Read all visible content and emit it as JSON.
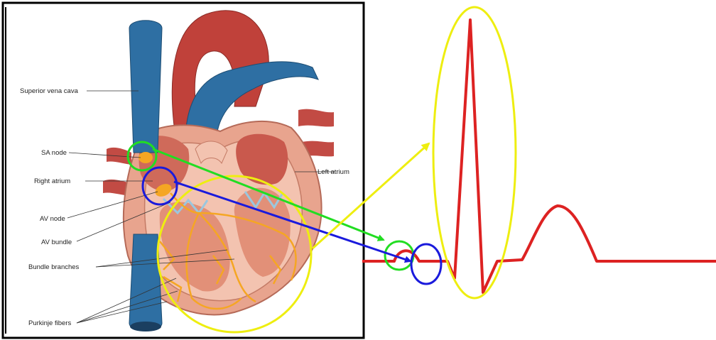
{
  "heart": {
    "labels": {
      "superior_vena_cava": "Superior vena cava",
      "sa_node": "SA node",
      "right_atrium": "Right atrium",
      "av_node": "AV node",
      "av_bundle": "AV bundle",
      "bundle_branches": "Bundle branches",
      "purkinje_fibers": "Purkinje fibers",
      "left_atrium": "Left atrium"
    }
  },
  "highlights": {
    "sa_node_circle": "#22dd22",
    "av_node_circle": "#1a1adc",
    "ventricle_ellipse": "#eeee10"
  },
  "ecg": {
    "line_color": "#dd2222",
    "segments": [
      "P wave",
      "PR segment",
      "QRS complex",
      "T wave"
    ]
  }
}
